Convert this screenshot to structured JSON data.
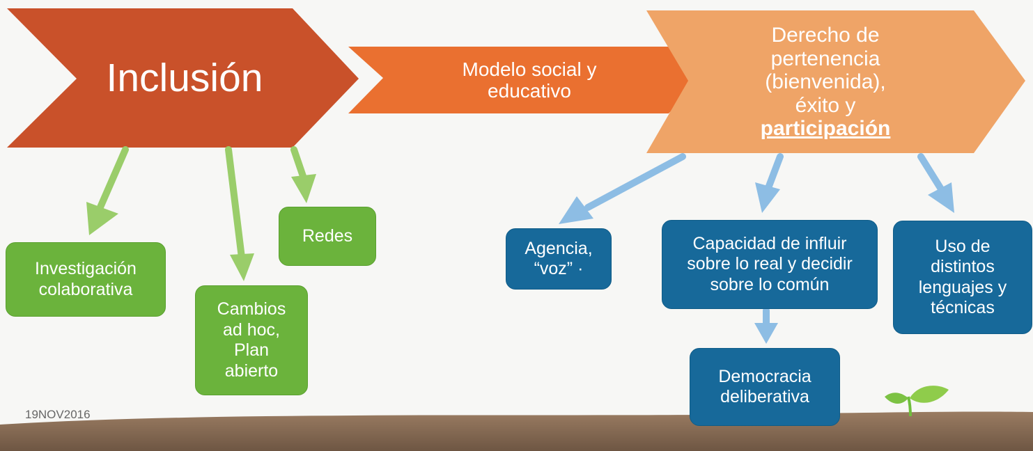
{
  "chevrons": {
    "inclusion": "Inclusión",
    "modelo": "Modelo social y\neducativo",
    "derecho_lines": [
      "Derecho de",
      "pertenencia",
      "(bienvenida),",
      "éxito y"
    ],
    "derecho_emphasis": "participación"
  },
  "boxes": {
    "investigacion": "Investigación\ncolaborativa",
    "cambios": "Cambios\nad hoc,\nPlan\nabierto",
    "redes": "Redes",
    "agencia": "Agencia,\n“voz” ·",
    "capacidad": "Capacidad de influir\nsobre lo real y decidir\nsobre lo común",
    "uso": "Uso de\ndistintos\nlenguajes y\ntécnicas",
    "democracia": "Democracia\ndeliberativa"
  },
  "date": "19NOV2016",
  "colors": {
    "inclusion": "#c9512a",
    "modelo": "#ea7030",
    "derecho": "#efa467",
    "green": "#6bb33c",
    "blue": "#17699a",
    "green_arrow": "#9acd6a",
    "blue_arrow": "#8dbde4",
    "soil": "#8b6e55"
  }
}
